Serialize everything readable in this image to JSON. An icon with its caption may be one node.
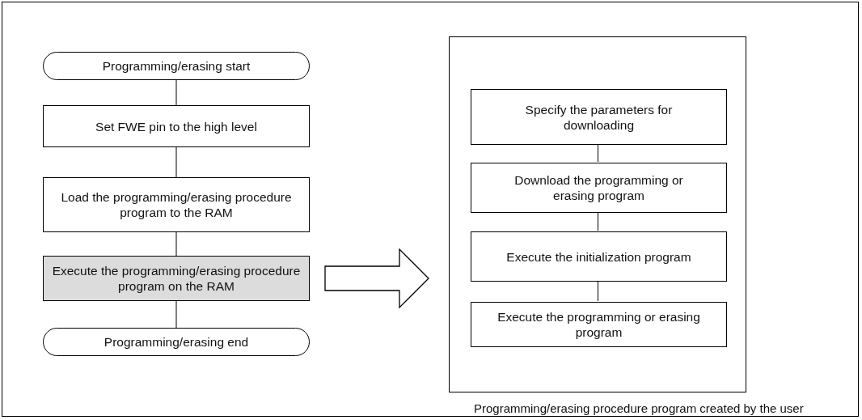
{
  "diagram": {
    "nodes": [
      {
        "text": [
          "Programming/erasing start"
        ]
      },
      {
        "text": [
          "Set FWE pin to the high level"
        ]
      },
      {
        "text": [
          "Load the programming/erasing procedure program to the RAM"
        ]
      },
      {
        "text": [
          "Execute the programming/erasing procedure program on the RAM"
        ]
      },
      {
        "text": [
          "Programming/erasing end"
        ]
      },
      {
        "text": [
          "Programming/erasing procedure program created by the user"
        ]
      },
      {
        "text": [
          "Specify the parameters for downloading"
        ],
        "in": 5
      },
      {
        "text": [
          "Download the programming or erasing program"
        ],
        "in": 5
      },
      {
        "text": [
          "Execute the initialization program"
        ],
        "in": 5
      },
      {
        "text": [
          "Execute the programming or erasing program"
        ],
        "in": 5
      }
    ],
    "edges": [
      {
        "from": 0,
        "to": 1,
        "arrow": "none"
      },
      {
        "from": 1,
        "to": 2,
        "arrow": "none"
      },
      {
        "from": 2,
        "to": 3,
        "arrow": "none"
      },
      {
        "from": 3,
        "to": 4,
        "arrow": "none"
      },
      {
        "from": 3,
        "to": 5,
        "arrow": "to",
        "style": "thick"
      },
      {
        "from": 6,
        "to": 7,
        "arrow": "none"
      },
      {
        "from": 7,
        "to": 8,
        "arrow": "none"
      },
      {
        "from": 8,
        "to": 9,
        "arrow": "none"
      }
    ]
  }
}
